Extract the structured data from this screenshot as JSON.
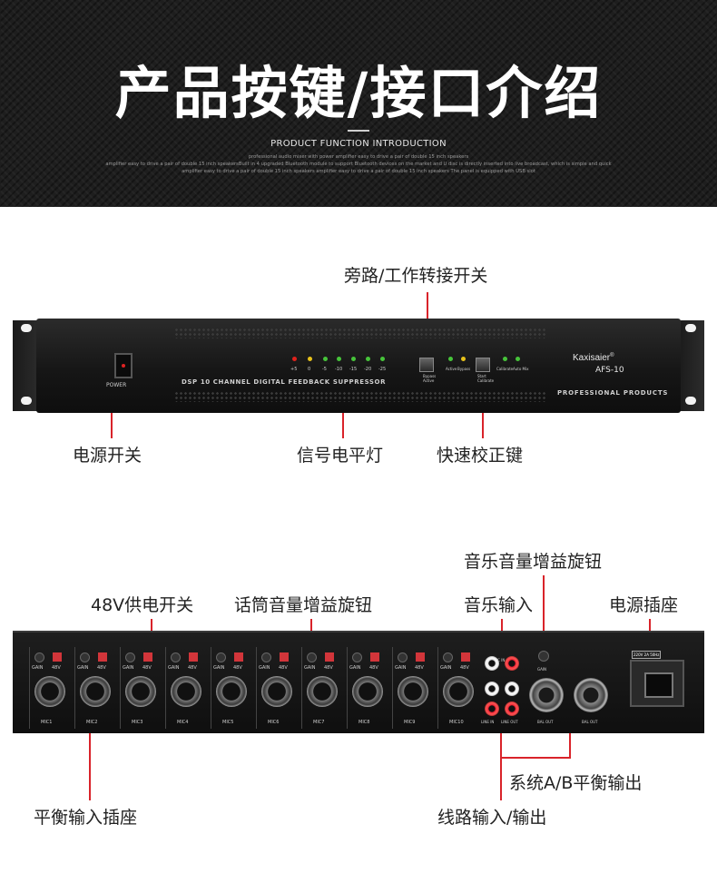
{
  "banner": {
    "title": "产品按键/接口介绍",
    "subtitle": "PRODUCT FUNCTION INTRODUCTION",
    "desc1": "professional audio mixer with power amplifier easy to drive a pair of double 15 inch speakers",
    "desc2": "amplifier easy to drive a pair of double 15 inch speakersBuilt in 4 upgraded Bluetooth module to support Bluetooth devices on the market and U disc is directly inserted into live broadcast, which is simple and quick",
    "desc3": "amplifier easy to drive a pair of double 15 inch speakers amplifier easy to drive a pair of double 15 inch speakers The panel is equipped with USB slot"
  },
  "front_callouts": {
    "bypass_switch": "旁路/工作转接开关",
    "power_switch": "电源开关",
    "signal_leds": "信号电平灯",
    "quick_calibrate": "快速校正键"
  },
  "front_panel": {
    "power_label": "POWER",
    "model_text": "DSP 10 CHANNEL DIGITAL FEEDBACK SUPPRESSOR",
    "led_scale": [
      "+5",
      "0",
      "-5",
      "-10",
      "-15",
      "-20",
      "-25"
    ],
    "bypass_btn_labels": [
      "Bypass",
      "Active"
    ],
    "bypass_status": [
      "Active",
      "Bypass"
    ],
    "calib_btn_labels": [
      "Start",
      "Calibrate"
    ],
    "calib_status": [
      "Calibrate",
      "Auto Mix"
    ],
    "brand": "Kaxisaier",
    "registered": "®",
    "model": "AFS-10",
    "tagline": "PROFESSIONAL  PRODUCTS"
  },
  "rear_callouts": {
    "music_gain": "音乐音量增益旋钮",
    "phantom_switch": "48V供电开关",
    "mic_gain": "话筒音量增益旋钮",
    "music_input": "音乐输入",
    "power_socket": "电源插座",
    "ab_balanced_out": "系统A/B平衡输出",
    "balanced_input": "平衡输入插座",
    "line_io": "线路输入/输出"
  },
  "rear_panel": {
    "gain": "GAIN",
    "phantom": "48V",
    "channels": [
      "MIC1",
      "MIC2",
      "MIC3",
      "MIC4",
      "MIC5",
      "MIC6",
      "MIC7",
      "MIC8",
      "MIC9",
      "MIC10"
    ],
    "music_in": "MUSIC IN",
    "line_in": "LINE IN",
    "line_out": "LINE OUT",
    "bal_out_a": "BAL OUT",
    "bal_out_b": "BAL OUT",
    "power_rating": "220V 2A 50Hz"
  },
  "colors": {
    "accent": "#d9232a",
    "banner_bg": "#1e1e1e"
  }
}
